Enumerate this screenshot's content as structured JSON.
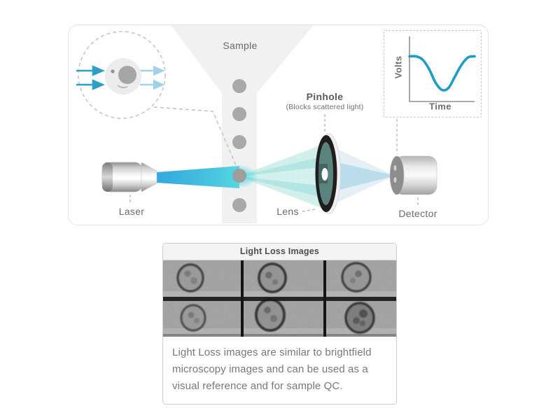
{
  "diagram": {
    "sample_label": "Sample",
    "laser_label": "Laser",
    "pinhole_label": "Pinhole",
    "pinhole_sublabel": "(Blocks scattered light)",
    "lens_label": "Lens",
    "detector_label": "Detector",
    "inset_chart": {
      "ylabel": "Volts",
      "xlabel": "Time"
    },
    "colors": {
      "beam_blue": "#2ea7de",
      "beam_cyan": "#4fd0dc",
      "cone_teal": "#9adbd5",
      "chart_line": "#1f9dc4",
      "cell_gray": "#a9a9a9"
    }
  },
  "chart_data": {
    "type": "line",
    "title": "",
    "xlabel": "Time",
    "ylabel": "Volts",
    "x": [
      0,
      1,
      2,
      3,
      4,
      5,
      6,
      7,
      8,
      9,
      10
    ],
    "values": [
      0.9,
      0.9,
      0.84,
      0.66,
      0.4,
      0.26,
      0.3,
      0.52,
      0.74,
      0.88,
      0.9
    ],
    "ylim": [
      0,
      1
    ],
    "grid": false,
    "legend": false
  },
  "images_card": {
    "title": "Light Loss Images",
    "caption": "Light Loss images are similar to brightfield microscopy images and can be used as a visual reference and for sample QC.",
    "grid_rows": 2,
    "grid_cols": 3
  }
}
